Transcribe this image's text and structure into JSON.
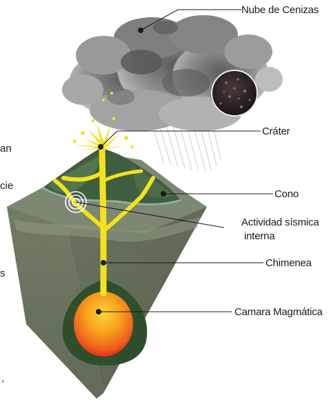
{
  "labels": {
    "ash_cloud": "Nube de Cenizas",
    "crater": "Cráter",
    "cone": "Cono",
    "seismic_line1": "Actividad sísmica",
    "seismic_line2": "interna",
    "conduit": "Chimenea",
    "magma_chamber": "Camara Magmática"
  },
  "cut_off_text": {
    "frag_1": "an",
    "frag_2": "cie",
    "frag_3": "s",
    "frag_4": ","
  },
  "colors": {
    "ground_side": "#6e7763",
    "ground_top": "#7b8670",
    "cone_dark": "#3d5a3c",
    "magma_yellow": "#f4e21e",
    "chamber_orange": "#f7a11b",
    "chamber_red": "#e8391d",
    "ash_gray": "#8a8a8a"
  }
}
